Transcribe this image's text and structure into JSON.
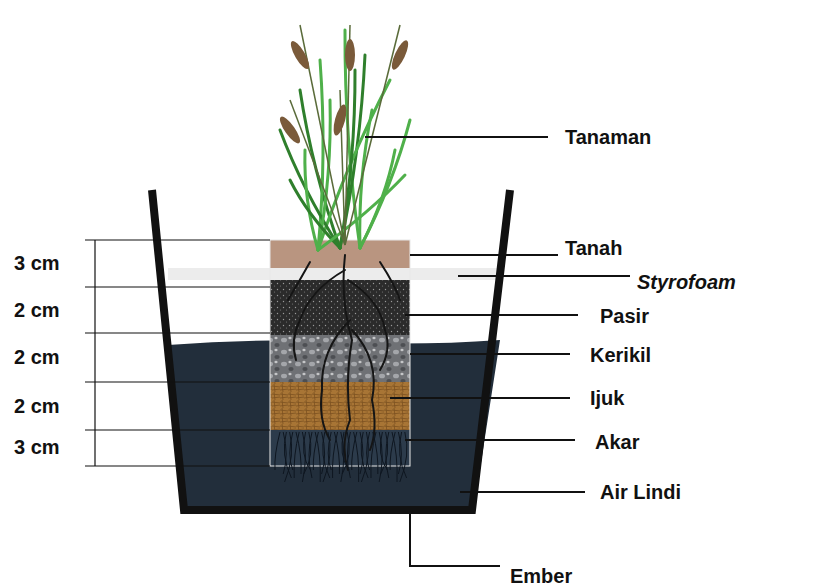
{
  "diagram": {
    "labels": [
      "3 cm",
      "2 cm",
      "2 cm",
      "2 cm",
      "3 cm",
      "Tanaman",
      "Tanah",
      "Styrofoam",
      "Pasir",
      "Kerikil",
      "Ijuk",
      "Akar",
      "Air Lindi",
      "Ember"
    ]
  }
}
